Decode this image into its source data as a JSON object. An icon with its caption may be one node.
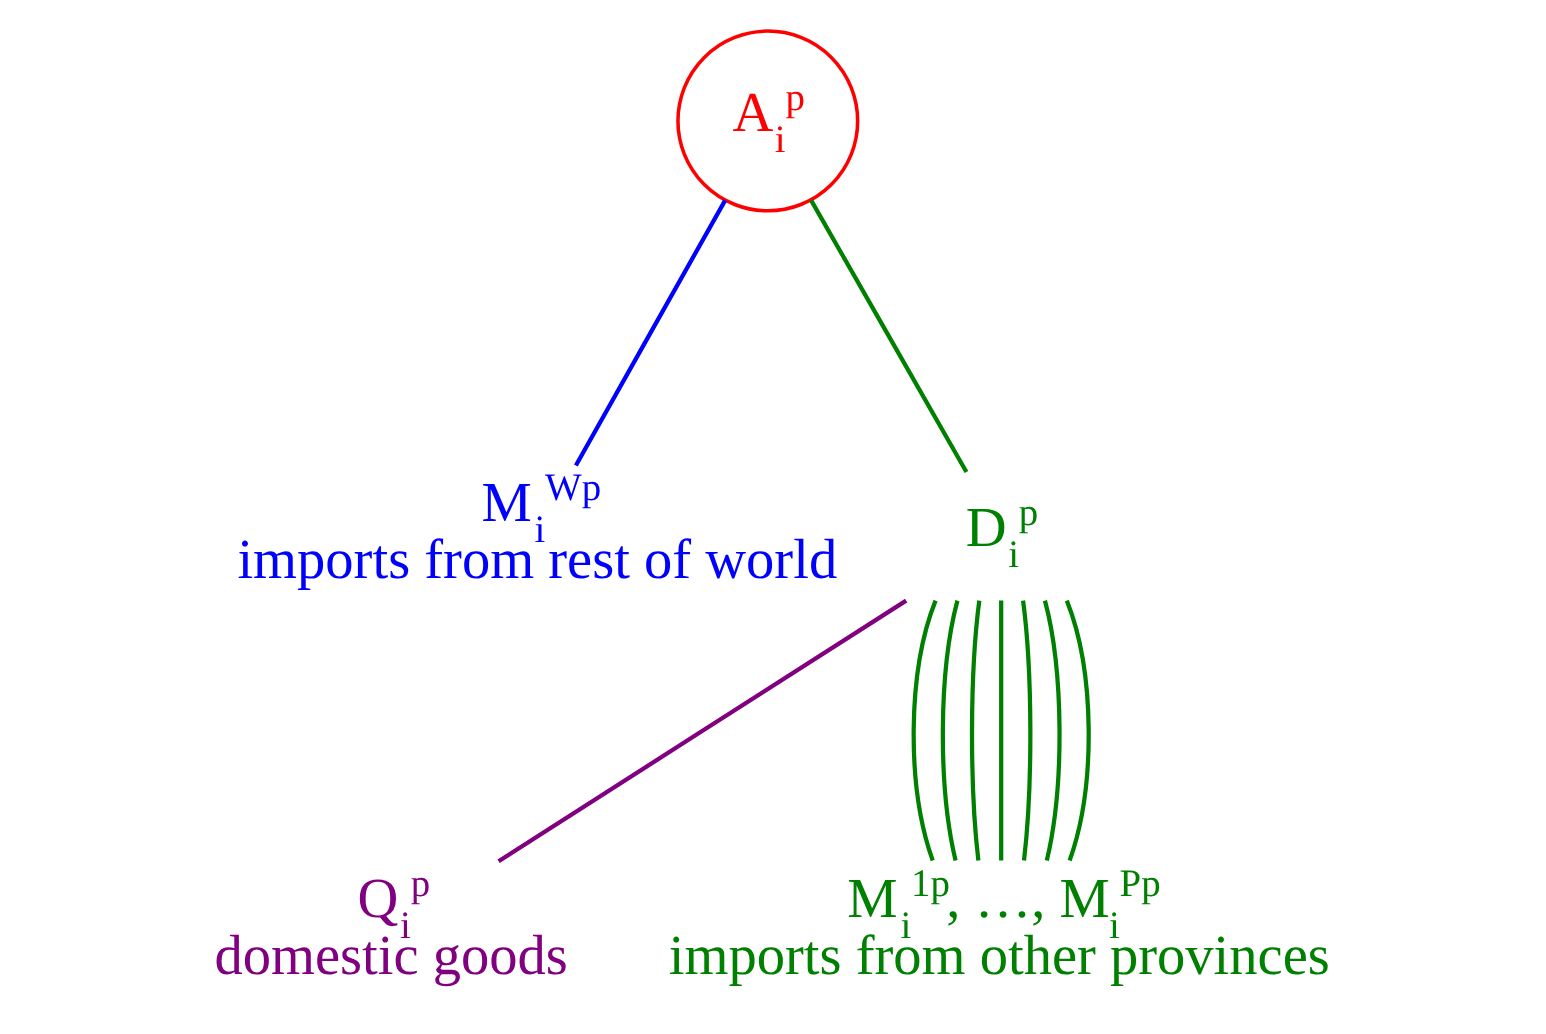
{
  "diagram": {
    "nodes": [
      {
        "text": [
          "A$_{i}$$^{p}$"
        ]
      },
      {
        "text": [
          "M$_{i}$$^{Wp}$",
          "imports from rest of world"
        ]
      },
      {
        "text": [
          "D$_{i}$$^{p}$"
        ]
      },
      {
        "text": [
          "Q$_{i}$$^{p}$",
          "domestic goods"
        ]
      },
      {
        "text": [
          "M$_{i}$$^{1p}$, …, M$_{i}$$^{Pp}$",
          "imports from other provinces"
        ]
      }
    ],
    "edges": [
      {
        "from": 0,
        "to": 1,
        "arrow": "none",
        "color": "#0000ff"
      },
      {
        "from": 0,
        "to": 2,
        "arrow": "none"
      },
      {
        "from": 2,
        "to": 3,
        "arrow": "none",
        "color": "#800080"
      },
      {
        "from": 2,
        "to": 4,
        "arrow": "none"
      },
      {
        "from": 2,
        "to": 4,
        "arrow": "none"
      },
      {
        "from": 2,
        "to": 4,
        "arrow": "none"
      },
      {
        "from": 2,
        "to": 4,
        "arrow": "none"
      },
      {
        "from": 2,
        "to": 4,
        "arrow": "none"
      },
      {
        "from": 2,
        "to": 4,
        "arrow": "none"
      },
      {
        "from": 2,
        "to": 4,
        "arrow": "none"
      }
    ]
  }
}
